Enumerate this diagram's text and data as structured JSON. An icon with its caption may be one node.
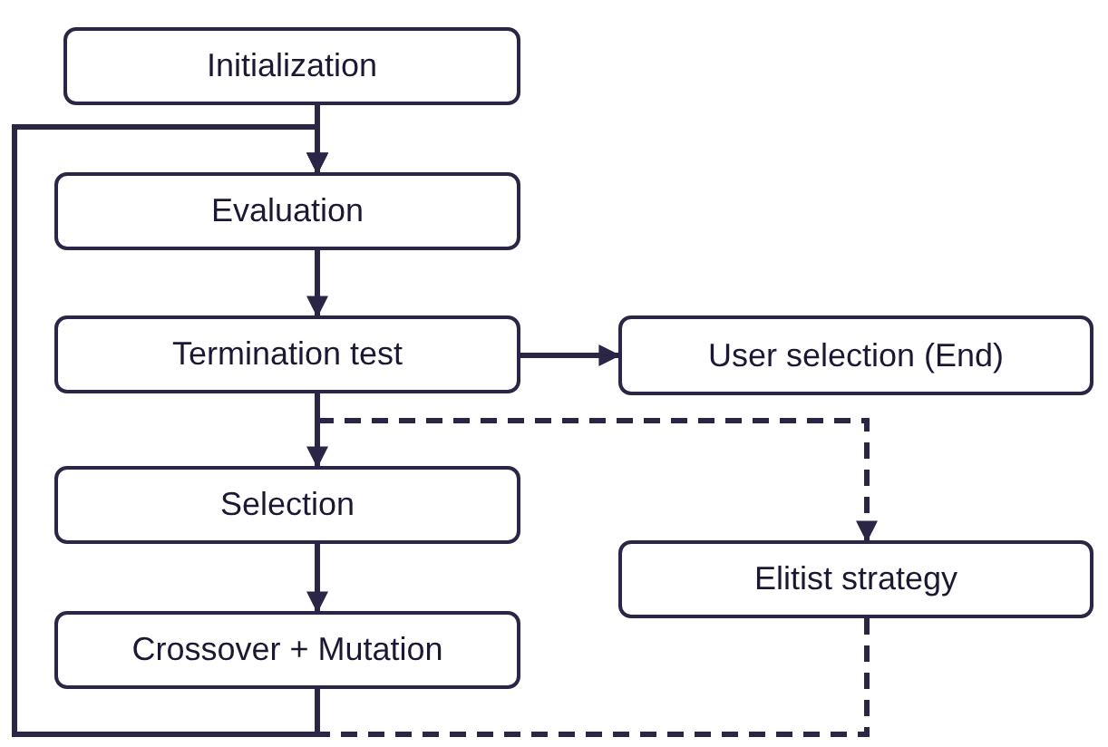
{
  "diagram": {
    "nodes": [
      {
        "text": [
          "Initialization"
        ]
      },
      {
        "text": [
          "Evaluation"
        ]
      },
      {
        "text": [
          "Termination test"
        ]
      },
      {
        "text": [
          "User selection (End)"
        ]
      },
      {
        "text": [
          "Selection"
        ]
      },
      {
        "text": [
          "Elitist strategy"
        ]
      },
      {
        "text": [
          "Crossover + Mutation"
        ]
      }
    ],
    "edges": [
      {
        "from": 0,
        "to": 1,
        "arrow": "to"
      },
      {
        "from": 1,
        "to": 2,
        "arrow": "to"
      },
      {
        "from": 2,
        "to": 3,
        "arrow": "to"
      },
      {
        "from": 2,
        "to": 4,
        "arrow": "to"
      },
      {
        "from": 4,
        "to": 6,
        "arrow": "to"
      },
      {
        "from": 6,
        "to": 1,
        "arrow": "to"
      },
      {
        "from": 2,
        "to": 5,
        "arrow": "to",
        "style": "dashed"
      },
      {
        "from": 5,
        "to": 1,
        "arrow": "to",
        "style": "dashed"
      }
    ]
  }
}
